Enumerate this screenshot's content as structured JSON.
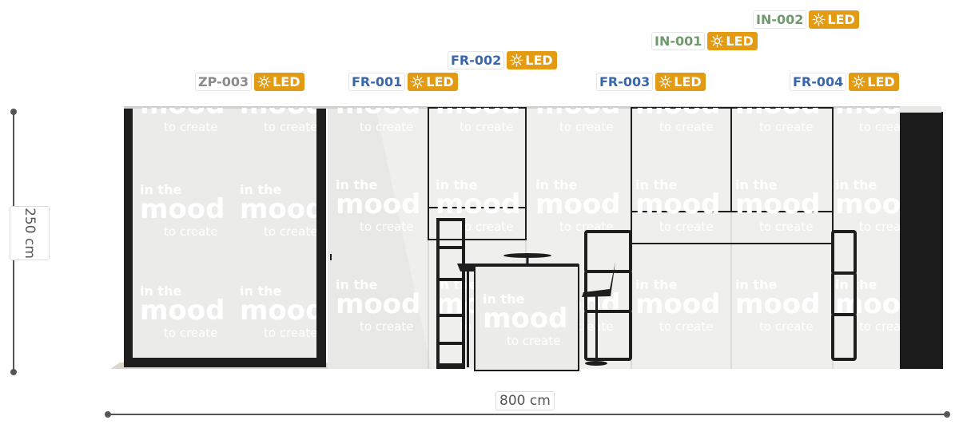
{
  "dimensions": {
    "height": "250 cm",
    "width": "800 cm"
  },
  "colors": {
    "blue_code": "#3a67a8",
    "green_code": "#6e9a6e",
    "gray_code": "#8a8a8a",
    "led_badge": "#e49b14",
    "wall": "#eeeeec",
    "frame": "#1e1e1e"
  },
  "led_icon": "sun-icon",
  "tags": [
    {
      "code": "ZP-003",
      "led": "LED",
      "tone": "gray"
    },
    {
      "code": "FR-001",
      "led": "LED",
      "tone": "blue"
    },
    {
      "code": "FR-002",
      "led": "LED",
      "tone": "blue"
    },
    {
      "code": "FR-003",
      "led": "LED",
      "tone": "blue"
    },
    {
      "code": "FR-004",
      "led": "LED",
      "tone": "blue"
    },
    {
      "code": "IN-001",
      "led": "LED",
      "tone": "green"
    },
    {
      "code": "IN-002",
      "led": "LED",
      "tone": "green"
    }
  ],
  "graphic": {
    "line1": "in the",
    "line2": "mood",
    "line3": "to create"
  }
}
